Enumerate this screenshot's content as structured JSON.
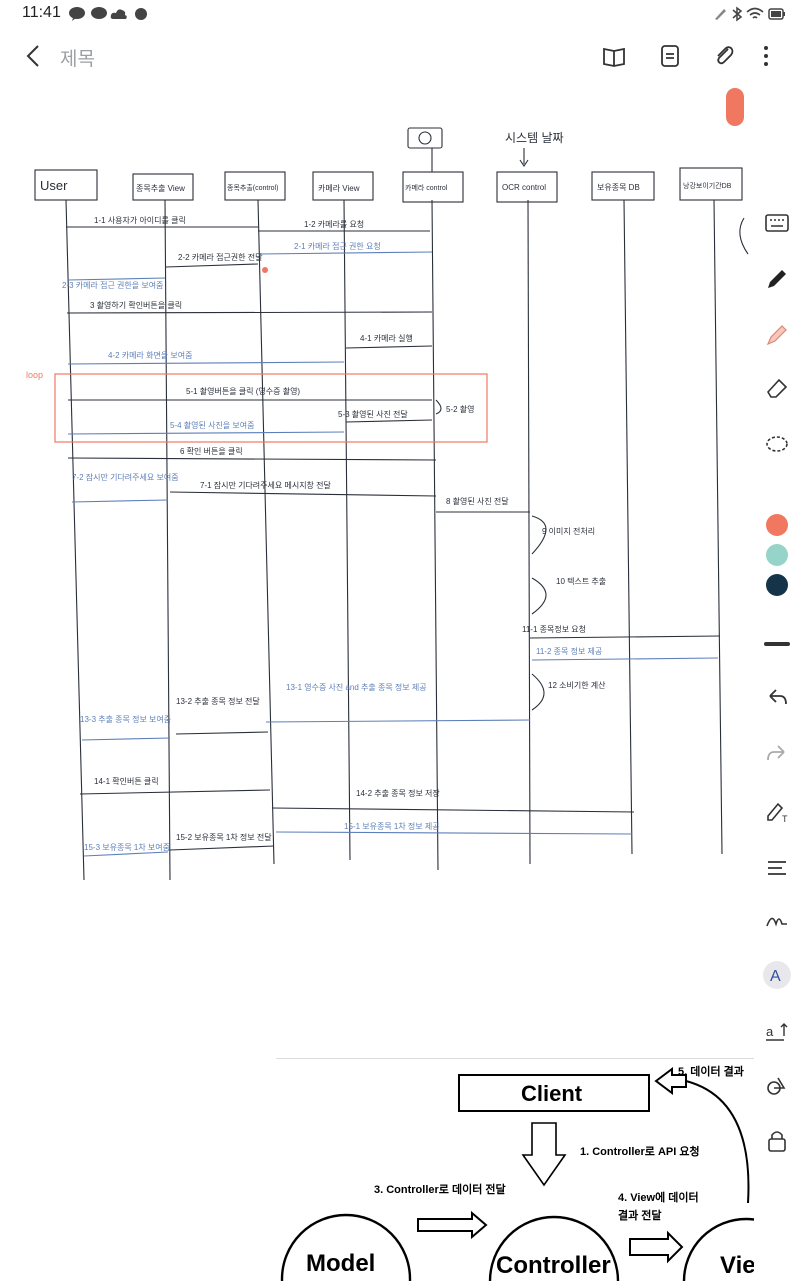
{
  "status": {
    "time": "11:41"
  },
  "app": {
    "title": "제목"
  },
  "diagram": {
    "actors": [
      "User",
      "종목추출 View",
      "종목추출(control)",
      "카메라 View",
      "카메라 control",
      "OCR control",
      "보유종목 DB",
      "낭강보이기간DB"
    ],
    "top_note": "시스템 날짜",
    "loop_label": "loop",
    "messages": [
      "1-1 사용자가 아이디를 클릭",
      "1-2 카메라를 요청",
      "2-1 카메라 접근 권한 요청",
      "2-2 카메라 접근권한 전달",
      "2-3 카메라 접근 권한을 보여줌",
      "3 촬영하기 확인버튼을 클릭",
      "4-1 카메라 실행",
      "4-2 카메라 화면을 보여줌",
      "5-1 촬영버튼을 클릭 (영수증 촬영)",
      "5-3 촬영된 사진 전달",
      "5-2 촬영",
      "5-4 촬영된 사진을 보여줌",
      "6 확인 버튼을 클릭",
      "7-2 잠시만 기다려주세요 보여줌",
      "7-1 잠시만 기다려주세요 메시지창 전달",
      "8 촬영된 사진 전달",
      "9 이미지 전처리",
      "10 텍스트 추출",
      "11-1 종목정보 요청",
      "11-2 종목 정보 제공",
      "12 소비기한 계산",
      "13-1 영수증 사진 and 추출 종목 정보 제공",
      "13-2 추출 종목 정보 전달",
      "13-3 추출 종목 정보 보여줌",
      "14-1 확인버튼 클릭",
      "14-2 추출 종목 정보 저장",
      "15-1 보유종목 1차 정보 제공",
      "15-2 보유종목 1차 정보 전달",
      "15-3 보유종목 1차 보여줌"
    ]
  },
  "mvc": {
    "client": "Client",
    "model": "Model",
    "controller": "Controller",
    "view": "Vie",
    "step1": "1. Controller로 API 요청",
    "step3": "3. Controller로 데이터 전달",
    "step4a": "4. View에 데이터",
    "step4b": "결과 전달",
    "step5": "5. 데이터 결과"
  },
  "colors": {
    "accent_orange": "#f07860",
    "pen_blue": "#5d7fb8",
    "swatch_teal": "#96d3c8",
    "swatch_navy": "#15344a"
  }
}
